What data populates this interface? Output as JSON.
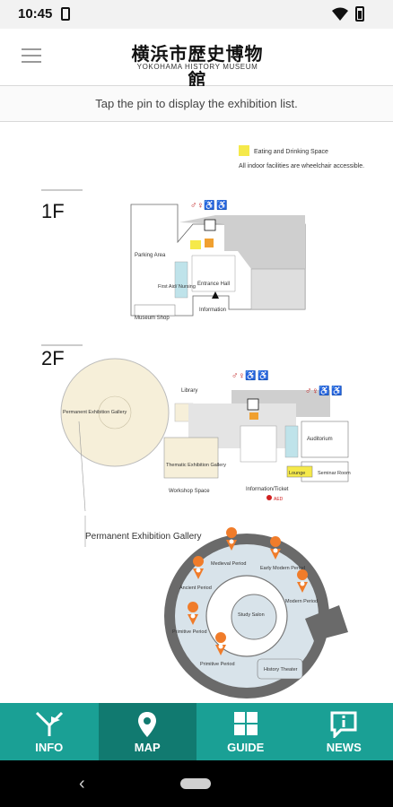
{
  "status": {
    "time": "10:45"
  },
  "header": {
    "title_jp": "横浜市歴史博物館",
    "title_en": "YOKOHAMA HISTORY MUSEUM"
  },
  "instruction": "Tap the pin to display the exhibition list.",
  "legend": {
    "eating_label": "Eating and Drinking Space",
    "accessible_note": "All indoor facilities are wheelchair accessible.",
    "eating_color": "#f5e94a"
  },
  "floors": {
    "f1": {
      "label": "1F",
      "labels": {
        "parking": "Parking Area",
        "first_aid": "First Aid/ Nursing",
        "entrance": "Entrance Hall",
        "information": "Information",
        "shop": "Museum Shop"
      }
    },
    "f2": {
      "label": "2F",
      "labels": {
        "perm_gallery": "Permanent Exhibition Gallery",
        "library": "Library",
        "thematic": "Thematic Exhibition Gallery",
        "workshop": "Workshop Space",
        "info_ticket": "Information/Ticket",
        "aed": "AED",
        "auditorium": "Auditorium",
        "lounge": "Lounge",
        "seminar": "Seminar Room"
      }
    }
  },
  "gallery": {
    "title": "Permanent Exhibition Gallery",
    "periods": {
      "medieval": "Medieval Period",
      "early_modern": "Early Modern Period",
      "ancient": "Ancient Period",
      "modern": "Modern Period",
      "study_salon": "Study Salon",
      "primitive": "Primitive Period",
      "primitive2": "Primitive Period",
      "history_theater": "History Theater"
    }
  },
  "colors": {
    "accent": "#1aa095",
    "accent_active": "#117a70",
    "pin": "#f07c2a",
    "gallery_fill": "#f6efd9",
    "lounge": "#f5e94a"
  },
  "nav": {
    "info": "INFO",
    "map": "MAP",
    "guide": "GUIDE",
    "news": "NEWS"
  }
}
